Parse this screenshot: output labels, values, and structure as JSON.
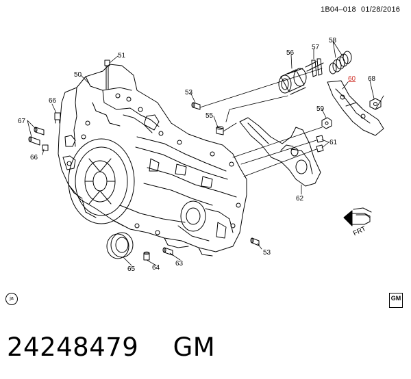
{
  "header": {
    "ref_code": "1B04–018",
    "date": "01/28/2016"
  },
  "callouts": {
    "c50": "50",
    "c51": "51",
    "c53a": "53",
    "c53b": "53",
    "c55": "55",
    "c56": "56",
    "c57": "57",
    "c58": "58",
    "c59": "59",
    "c60": "60",
    "c61": "61",
    "c62": "62",
    "c63": "63",
    "c64": "64",
    "c65": "65",
    "c66a": "66",
    "c66b": "66",
    "c67": "67",
    "c68": "68"
  },
  "front_arrow_label": "FRT",
  "footer": {
    "part_number": "24248479",
    "brand": "GM"
  },
  "badges": {
    "ja": "ja",
    "gm_logo": "GM"
  },
  "colors": {
    "highlight_callout": "#d0342c"
  }
}
